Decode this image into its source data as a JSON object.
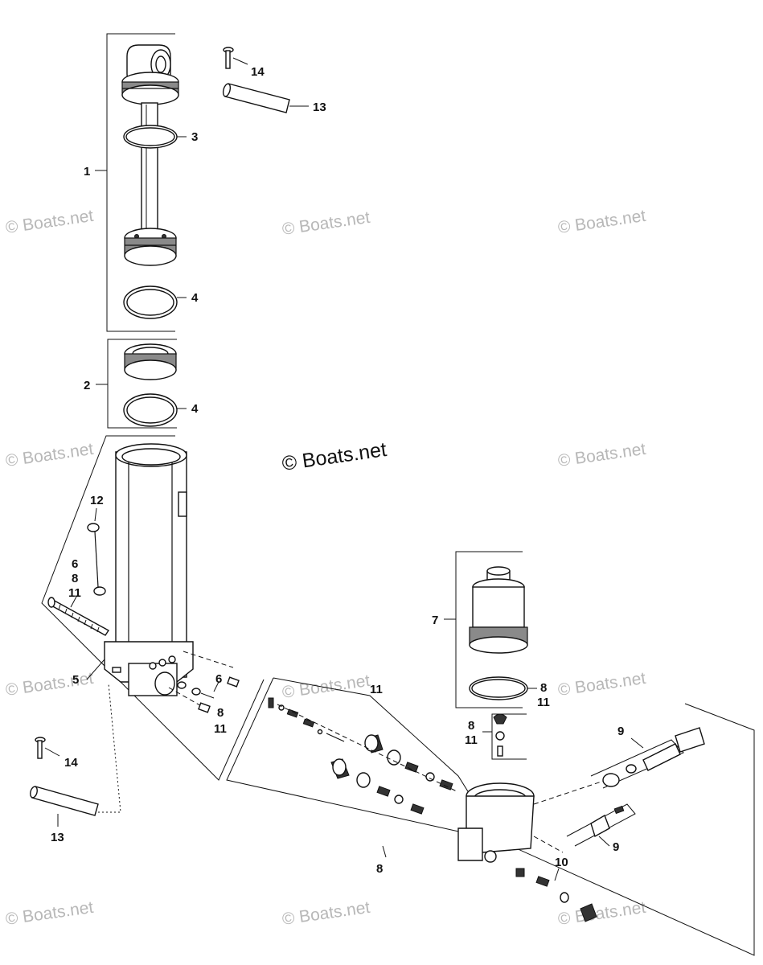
{
  "watermark": {
    "text": "© Boats.net",
    "center_text": "© Boats.net"
  },
  "callouts": {
    "c1": "1",
    "c2": "2",
    "c3": "3",
    "c4a": "4",
    "c4b": "4",
    "c5": "5",
    "c6a": "6",
    "c8a": "8",
    "c11a": "11",
    "c12": "12",
    "c14a": "14",
    "c13a": "13",
    "c14b": "14",
    "c13b": "13",
    "c6b": "6",
    "c8b": "8",
    "c11b": "11",
    "c7": "7",
    "c8c": "8",
    "c11c": "11",
    "c8d": "8",
    "c11d": "11",
    "c11e": "11",
    "c9a": "9",
    "c9b": "9",
    "c10": "10",
    "c8e": "8"
  }
}
